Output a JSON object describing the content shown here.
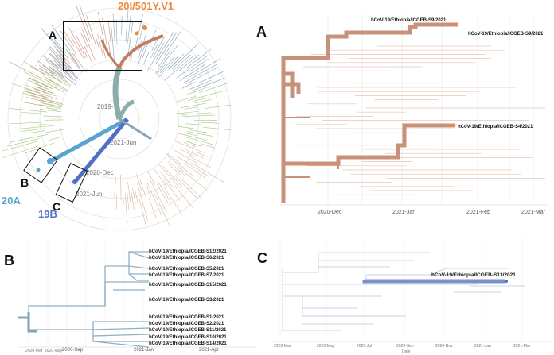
{
  "colors": {
    "alpha": "#c8917a",
    "alpha_dark": "#c07d62",
    "clade_20A": "#5ba3d0",
    "clade_19B": "#4f6fc9",
    "accent_orange": "#ef8a3c",
    "teal": "#8aaeaa",
    "grey_blue": "#8aa3b5",
    "tree_green": "#a5c77c",
    "tree_tan": "#d8b79a"
  },
  "circular": {
    "clade_alpha": "20I/501Y.V1",
    "clade_20A": "20A",
    "clade_19B": "19B",
    "ring_labels": [
      "2021-Jun",
      "2020-Dec",
      "2021-Jun"
    ],
    "ring_label_partial": "2019-",
    "box_labels": [
      "A",
      "B",
      "C"
    ]
  },
  "panel_A": {
    "letter": "A",
    "tips": [
      "hCoV-19/Ethiopia/ICGEB-S9/2021",
      "hCoV-19/Ethiopia/ICGEB-S9/2021",
      "hCoV-19/Ethiopia/ICGEB-S4/2021"
    ],
    "axis": [
      "2020-Dec",
      "2021-Jan",
      "2021-Feb",
      "2021-Mar"
    ]
  },
  "panel_B": {
    "letter": "B",
    "tips": [
      "hCoV-19/Ethiopia/ICGEB-S12/2021",
      "hCoV-19/Ethiopia/ICGEB-S6/2021",
      "hCoV-19/Ethiopia/ICGEB-S5/2021",
      "hCoV-19/Ethiopia/ICGEB-S7/2021",
      "hCoV-19/Ethiopia/ICGEB-S15/2021",
      "hCoV-19/Ethiopia/ICGEB-S3/2021",
      "hCoV-19/Ethiopia/ICGEB-S1/2021",
      "hCoV-19/Ethiopia/ICGEB-S2/2021",
      "hCoV-19/Ethiopia/ICGEB-S11/2021",
      "hCoV-19/Ethiopia/ICGEB-S10/2021",
      "hCoV-19/Ethiopia/ICGEB-S14/2021"
    ],
    "axis": [
      "2020-Sep",
      "2021-Jan",
      "2021-Apr"
    ],
    "axis_minor": [
      "2020-Mar",
      "2020-May"
    ]
  },
  "panel_C": {
    "letter": "C",
    "tip": "hCoV-19/Ethiopia/ICGEB-S13/2021",
    "axis": [
      "2020-Mar",
      "2020-May",
      "2020-Jul",
      "2020-Sep",
      "2020-Nov",
      "2021-Jan",
      "2021-Mar"
    ],
    "axis_title": "Date"
  }
}
